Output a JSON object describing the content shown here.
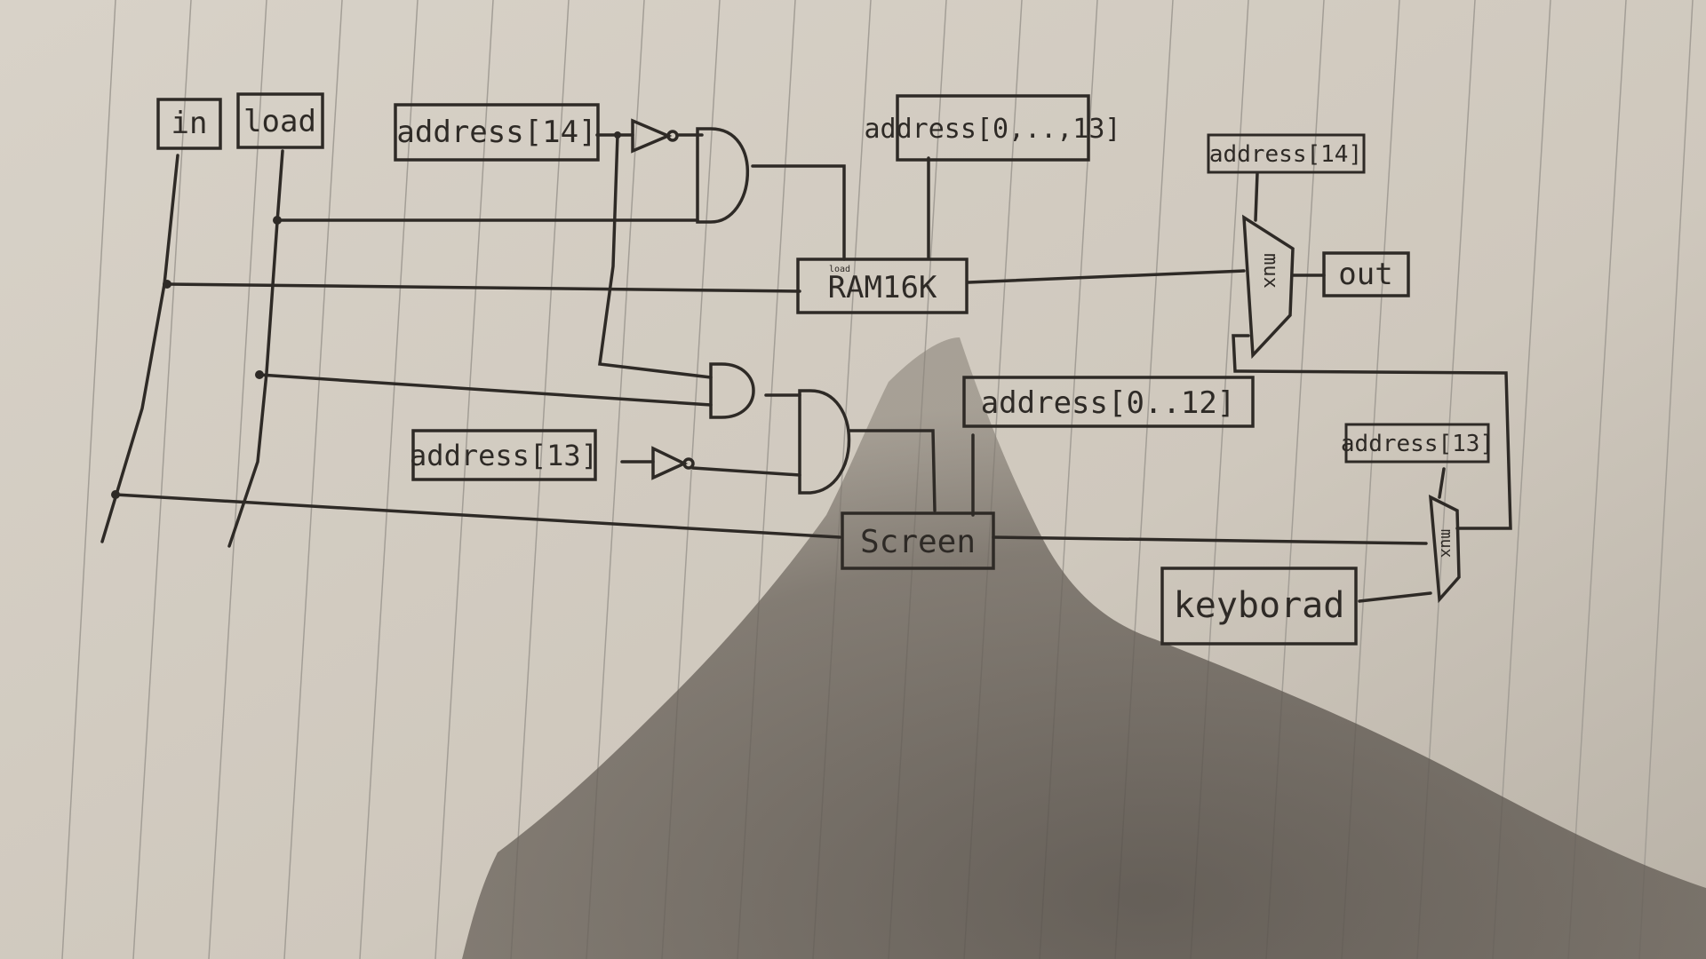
{
  "colors": {
    "paper": "#d9d3c9",
    "ink": "#2e2a26",
    "rule_line": "#a9a49c",
    "shadow": "#4a4540"
  },
  "labels": {
    "in": "in",
    "load": "load",
    "address14_top": "address[14]",
    "address_0_13": "address[0,..,13]",
    "address14_mux": "address[14]",
    "ram": "RAM16K",
    "ram_load": "load",
    "mux_top": "mux",
    "out": "out",
    "address_0_12": "address[0..12]",
    "address13_right": "address[13]",
    "address13_left": "address[13]",
    "screen": "Screen",
    "mux_bottom": "mux",
    "keyboard": "keyborad"
  }
}
